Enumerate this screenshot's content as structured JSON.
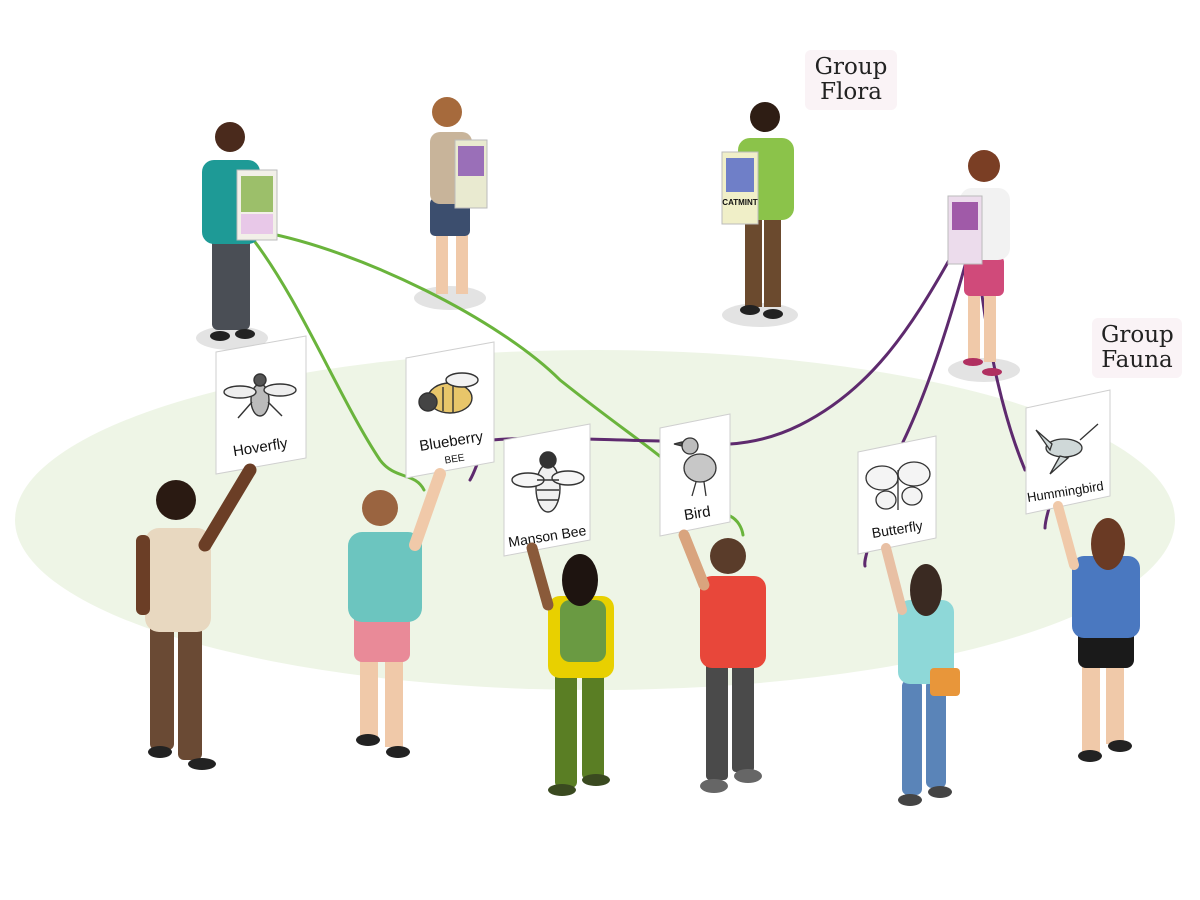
{
  "groups": {
    "flora_line1": "Group",
    "flora_line2": "Flora",
    "fauna_line1": "Group",
    "fauna_line2": "Fauna"
  },
  "flora_cards": {
    "catmint": "CATMINT"
  },
  "fauna_cards": {
    "hoverfly": "Hoverfly",
    "blueberry": "Blueberry",
    "blueberry_sub": "BEE",
    "manson": "Manson Bee",
    "bird": "Bird",
    "butterfly": "Butterfly",
    "hummingbird": "Hummingbird"
  },
  "colors": {
    "green_link": "#6ab43c",
    "purple_link": "#5e2a6e",
    "ground_ellipse": "#eef5e6"
  },
  "icons": [
    "hoverfly-icon",
    "bee-icon",
    "bird-icon",
    "butterfly-icon",
    "hummingbird-icon",
    "flower-icon"
  ]
}
